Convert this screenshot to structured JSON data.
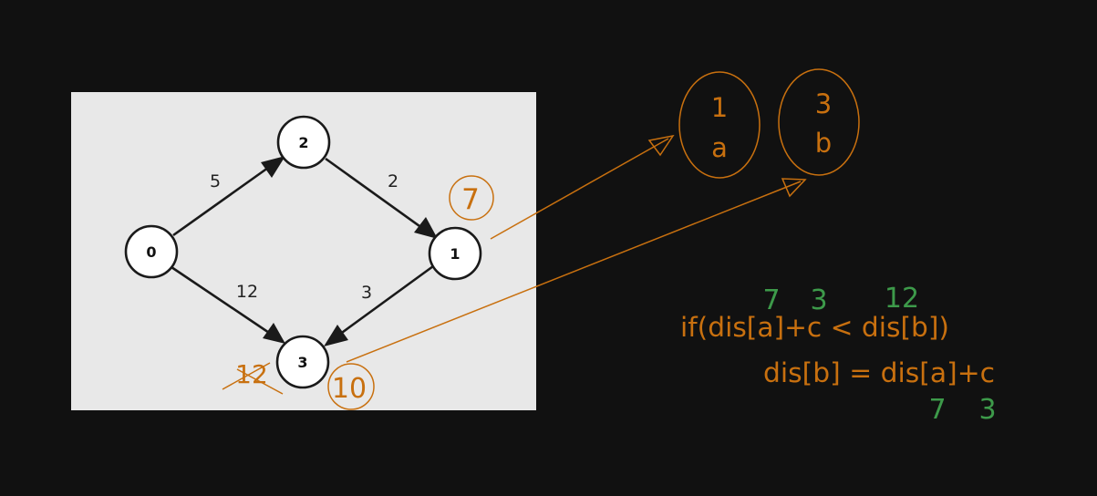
{
  "graph": {
    "nodes": [
      {
        "id": "0",
        "label": "0"
      },
      {
        "id": "1",
        "label": "1"
      },
      {
        "id": "2",
        "label": "2"
      },
      {
        "id": "3",
        "label": "3"
      }
    ],
    "edges": [
      {
        "from": "0",
        "to": "2",
        "weight": "5"
      },
      {
        "from": "2",
        "to": "1",
        "weight": "2"
      },
      {
        "from": "0",
        "to": "3",
        "weight": "12"
      },
      {
        "from": "1",
        "to": "3",
        "weight": "3"
      }
    ]
  },
  "annotations": {
    "dist_node1": "7",
    "dist_node3_old": "12",
    "dist_node3_new": "10",
    "bubble_a": {
      "value": "1",
      "name": "a"
    },
    "bubble_b": {
      "value": "3",
      "name": "b"
    },
    "condition_line": "if(dis[a]+c < dis[b])",
    "condition_values": [
      "7",
      "3",
      "12"
    ],
    "update_line": "dis[b] = dis[a]+c",
    "update_values": [
      "7",
      "3"
    ]
  },
  "colors": {
    "background": "#111111",
    "panel": "#e8e8e8",
    "annotation_orange": "#c8700f",
    "annotation_green": "#3d9a4a"
  }
}
